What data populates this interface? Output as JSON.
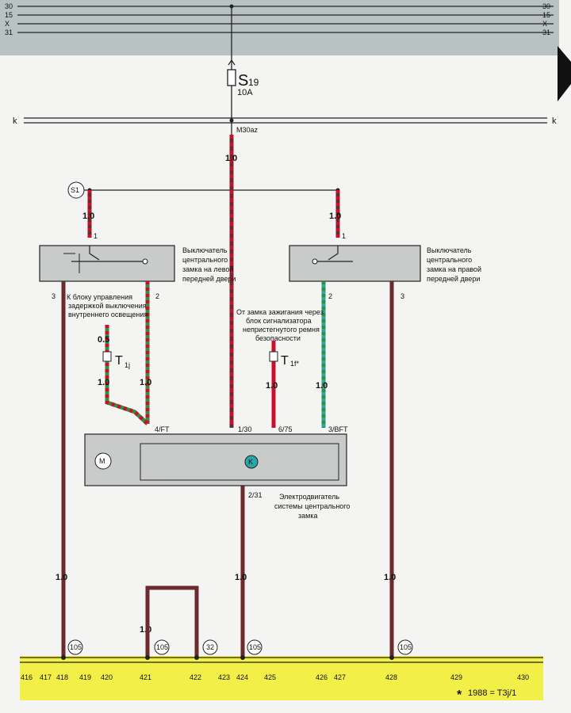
{
  "rails": {
    "left_labels": [
      "30",
      "15",
      "X",
      "31"
    ],
    "right_labels": [
      "30",
      "15",
      "X",
      "31"
    ],
    "k_left": "k",
    "k_right": "k"
  },
  "fuse": {
    "name": "S",
    "number": "19",
    "rating": "10A",
    "terminal": "M30az"
  },
  "connector_s1": "S1",
  "gauges": {
    "main": "1.0",
    "s1_left": "1.0",
    "s1_right": "1.0",
    "left_2": "1.0",
    "left_3": "1.0",
    "t1j_upper": "0.5",
    "t1j_lower": "1.0",
    "t1f": "1.0",
    "right_2": "1.0",
    "right_3": "1.0",
    "col_424": "1.0",
    "col_418": "1.0",
    "col_421": "1.0"
  },
  "pins": {
    "sw_left_1": "1",
    "sw_left_2": "2",
    "sw_left_3": "3",
    "sw_right_1": "1",
    "sw_right_2": "2",
    "sw_right_3": "3",
    "motor_4ft": "4/FT",
    "motor_130": "1/30",
    "motor_675": "6/75",
    "motor_3bft": "3/BFT",
    "motor_231": "2/31"
  },
  "connectors": {
    "t1j": "T",
    "t1j_sub": "1j",
    "t1f": "T",
    "t1f_sub": "1f*"
  },
  "labels": {
    "left_switch": [
      "Выключатель",
      "центрального",
      "замка на левой",
      "передней двери"
    ],
    "right_switch": [
      "Выключатель",
      "центрального",
      "замка на правой",
      "передней двери"
    ],
    "delay_unit": [
      "К блоку управления",
      "задержкой выключения",
      "внутреннего освещения"
    ],
    "ignition": [
      "От замка зажигания через",
      "блок сигнализатора",
      "непристегнутого ремня",
      "безопасности"
    ],
    "motor": [
      "Электродвигатель",
      "системы центрального",
      "замка"
    ],
    "motor_m": "M",
    "motor_k": "K"
  },
  "ground_points": [
    "105",
    "105",
    "32",
    "105",
    "105"
  ],
  "bottom_numbers": [
    "416",
    "417",
    "418",
    "419",
    "420",
    "421",
    "422",
    "423",
    "424",
    "425",
    "426",
    "427",
    "428",
    "429",
    "430"
  ],
  "footnote": "1988 = T3j/1",
  "footnote_mark": "*",
  "colors": {
    "brown": "#6b2a2e",
    "red": "#c8102e",
    "green": "#2f8f3a",
    "teal": "#2aa7a7",
    "yellow": "#f2f048",
    "band": "#b9c2c2",
    "black": "#222222"
  }
}
